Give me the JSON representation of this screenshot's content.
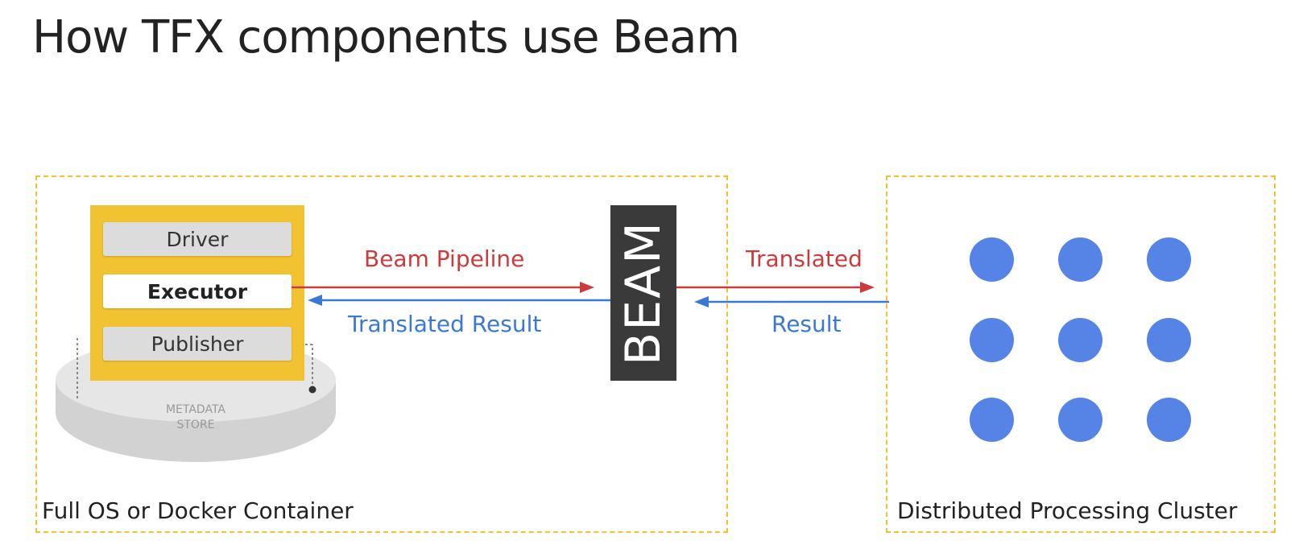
{
  "slide": {
    "title": "How TFX components use Beam"
  },
  "left_container": {
    "label": "Full OS or Docker Container"
  },
  "right_container": {
    "label": "Distributed Processing Cluster"
  },
  "component": {
    "rows": [
      "Driver",
      "Executor",
      "Publisher"
    ]
  },
  "metadata_store": {
    "line1": "METADATA",
    "line2": "STORE"
  },
  "beam": {
    "label": "BEAM"
  },
  "flows": {
    "to_beam": "Beam Pipeline",
    "from_beam": "Translated Result",
    "to_cluster": "Translated",
    "from_cluster": "Result"
  },
  "cluster": {
    "node_rows": 3,
    "node_cols": 3
  },
  "colors": {
    "dashed_border": "#f1c232",
    "component_panel": "#f1c232",
    "request_arrow": "#cc3b3b",
    "response_arrow": "#3a78d6",
    "cluster_node": "#5584e6",
    "beam_block": "#3a3a3a"
  }
}
